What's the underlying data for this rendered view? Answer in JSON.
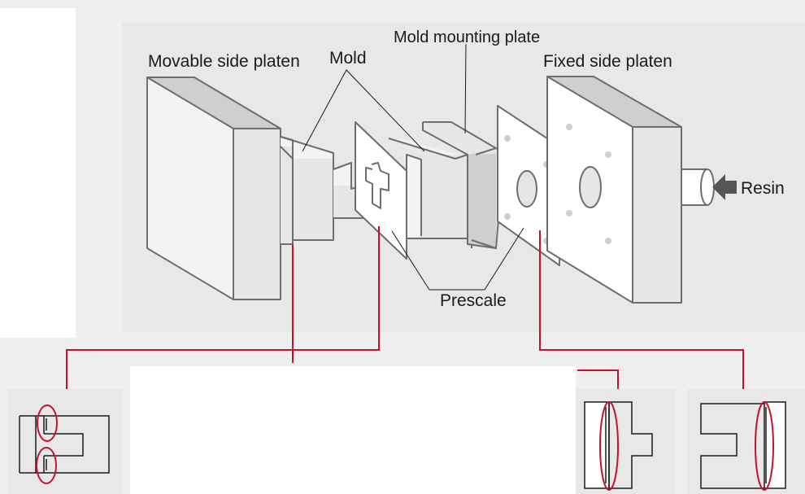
{
  "labels": {
    "movable_platen": "Movable side platen",
    "mold": "Mold",
    "mold_mounting_plate": "Mold mounting plate",
    "fixed_platen": "Fixed side platen",
    "resin": "Resin",
    "prescale": "Prescale"
  },
  "colors": {
    "page_bg": "#efefef",
    "panel_bg": "#e8e8e8",
    "white_panel": "#ffffff",
    "face": "#e6e6e6",
    "side_light": "#f3f3f3",
    "side_dark": "#cfcfcf",
    "stroke": "#6e6e6e",
    "leader": "#1a1a1a",
    "callout": "#c8102e"
  },
  "icons": {
    "resin_arrow": "arrow-left-icon"
  }
}
